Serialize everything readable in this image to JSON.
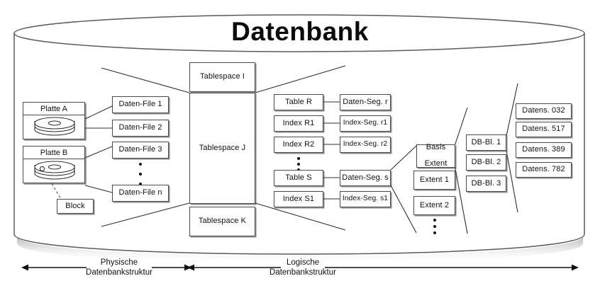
{
  "diagram": {
    "title": "Datenbank",
    "language": "de"
  },
  "physical": {
    "disks": [
      {
        "label": "Platte A",
        "icon": "disk-platter-icon"
      },
      {
        "label": "Platte B",
        "icon": "disk-platter-icon"
      }
    ],
    "block": {
      "label": "Block"
    },
    "data_files": [
      {
        "label": "Daten-File 1"
      },
      {
        "label": "Daten-File 2"
      },
      {
        "label": "Daten-File 3"
      },
      {
        "label": "Daten-File n"
      }
    ],
    "data_files_ellipsis": "vertical-dots"
  },
  "tablespaces": [
    {
      "label": "Tablespace I"
    },
    {
      "label": "Tablespace J"
    },
    {
      "label": "Tablespace K"
    }
  ],
  "objects": [
    {
      "label": "Table R"
    },
    {
      "label": "Index R1"
    },
    {
      "label": "Index R2"
    },
    {
      "label": "Table S"
    },
    {
      "label": "Index S1"
    }
  ],
  "objects_ellipsis": "vertical-dots",
  "segments": [
    {
      "label": "Daten-Seg. r"
    },
    {
      "label": "Index-Seg. r1"
    },
    {
      "label": "Index-Seg. r2"
    },
    {
      "label": "Daten-Seg. s"
    },
    {
      "label": "Index-Seg. s1"
    }
  ],
  "extents": [
    {
      "label": "Basis\nExtent",
      "line1": "Basis",
      "line2": "Extent"
    },
    {
      "label": "Extent 1"
    },
    {
      "label": "Extent 2"
    }
  ],
  "extents_ellipsis": "vertical-dots",
  "db_blocks": [
    {
      "label": "DB-Bl. 1"
    },
    {
      "label": "DB-Bl. 2"
    },
    {
      "label": "DB-Bl. 3"
    }
  ],
  "records": [
    {
      "label": "Datens. 032"
    },
    {
      "label": "Datens. 517"
    },
    {
      "label": "Datens. 389"
    },
    {
      "label": "Datens. 782"
    }
  ],
  "legend": {
    "left": {
      "line1": "Physische",
      "line2": "Datenbankstruktur"
    },
    "right": {
      "line1": "Logische",
      "line2": "Datenbankstruktur"
    }
  },
  "colors": {
    "stroke": "#4a4a4a",
    "text": "#111111",
    "background": "#ffffff",
    "shadow": "#6e6e6e"
  }
}
